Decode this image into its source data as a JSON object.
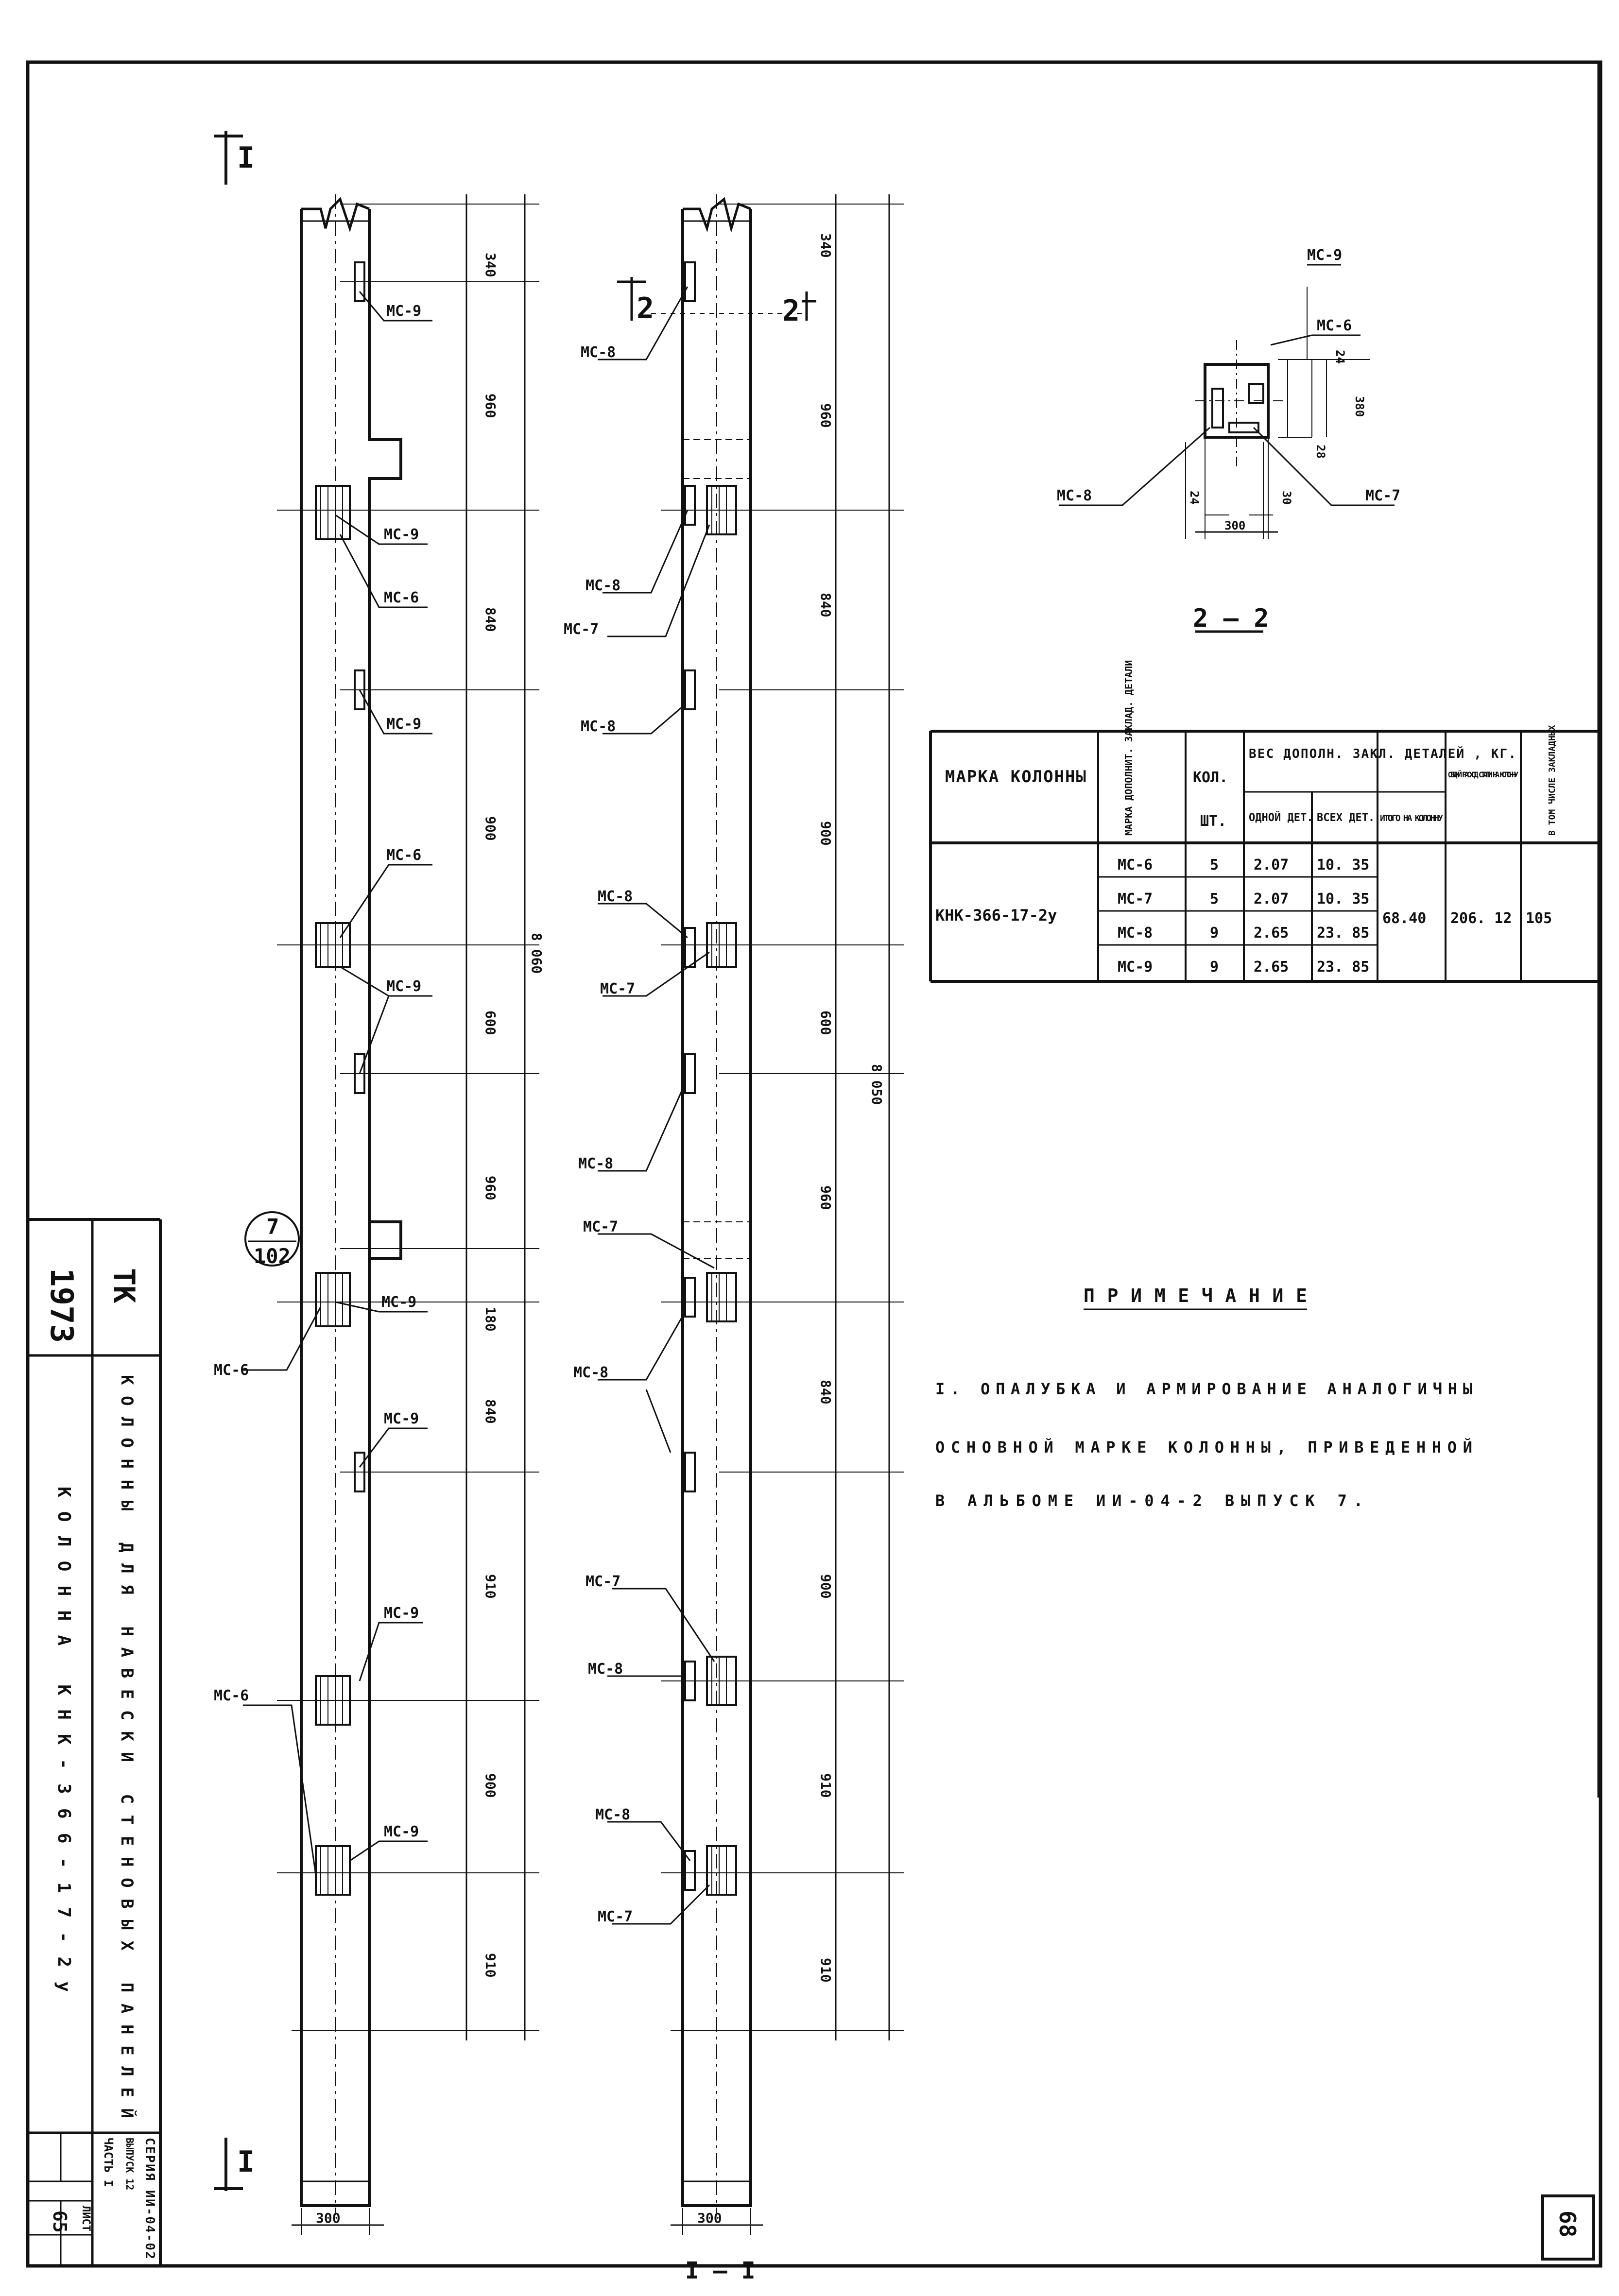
{
  "view_marks": {
    "section_1": "I",
    "section_2": "2"
  },
  "section_titles": {
    "section_1_1": "I — I",
    "section_2_2": "2 — 2"
  },
  "callout": {
    "top": "7",
    "bottom": "102"
  },
  "left_column": {
    "dims": [
      "340",
      "960",
      "840",
      "900",
      "600",
      "960",
      "180",
      "840",
      "910",
      "900",
      "910"
    ],
    "total": "8 060",
    "width": "300",
    "labels": [
      "МС-9",
      "МС-9",
      "МС-6",
      "МС-9",
      "МС-6",
      "МС-9",
      "МС-9",
      "МС-6",
      "МС-9",
      "МС-9",
      "МС-6",
      "МС-9"
    ]
  },
  "right_column": {
    "dims": [
      "340",
      "960",
      "840",
      "900",
      "600",
      "960",
      "840",
      "900",
      "910",
      "910"
    ],
    "total": "8 050",
    "width": "300",
    "labels": [
      "МС-8",
      "МС-8",
      "МС-7",
      "МС-8",
      "МС-8",
      "МС-7",
      "МС-8",
      "МС-7",
      "МС-8",
      "МС-7",
      "МС-8",
      "МС-8",
      "МС-7"
    ]
  },
  "section_2_2": {
    "labels": [
      "МС-9",
      "МС-6",
      "МС-8",
      "МС-7"
    ],
    "dims": [
      "24",
      "380",
      "28",
      "24",
      "30",
      "300"
    ]
  },
  "table": {
    "headers": {
      "mark": "МАРКА КОЛОННЫ",
      "part_mark": "МАРКА ДОПОЛНИТ. ЗАКЛАД. ДЕТАЛИ",
      "qty": "КОЛ.",
      "qty_unit": "ШТ.",
      "weight_group": "ВЕС ДОПОЛН. ЗАКЛ. ДЕТАЛЕЙ , КГ.",
      "one": "ОДНОЙ ДЕТ.",
      "all": "ВСЕХ ДЕТ.",
      "total": "ИТОГО НА КОЛОННУ",
      "steel": "ОБЩИЙ РАСХОД СТАЛИ НА КОЛОННУ",
      "extra": "В ТОМ ЧИСЛЕ ЗАКЛАДНЫХ"
    },
    "column_mark": "КНК-366-17-2у",
    "rows": [
      {
        "part": "МС-6",
        "qty": "5",
        "one": "2.07",
        "all": "10. 35"
      },
      {
        "part": "МС-7",
        "qty": "5",
        "one": "2.07",
        "all": "10. 35"
      },
      {
        "part": "МС-8",
        "qty": "9",
        "one": "2.65",
        "all": "23. 85"
      },
      {
        "part": "МС-9",
        "qty": "9",
        "one": "2.65",
        "all": "23. 85"
      }
    ],
    "total": "68.40",
    "steel": "206. 12",
    "extra": "105"
  },
  "note": {
    "title": "ПРИМЕЧАНИЕ",
    "lines": [
      "I. ОПАЛУБКА И АРМИРОВАНИЕ АНАЛОГИЧНЫ",
      "ОСНОВНОЙ МАРКЕ КОЛОННЫ, ПРИВЕДЕННОЙ",
      "В АЛЬБОМЕ ИИ-04-2 ВЫПУСК 7."
    ]
  },
  "title_block": {
    "year": "1973",
    "org": "ТК",
    "line1": "КОЛОННЫ ДЛЯ НАВЕСКИ СТЕНОВЫХ ПАНЕЛЕЙ",
    "line2": "КОЛОННА КНК-366-17-2у",
    "series": "СЕРИЯ ИИ-04-02",
    "issue": "ВЫПУСК 12",
    "part": "ЧАСТЬ I",
    "sheet_label": "ЛИСТ",
    "sheet": "65"
  },
  "page_number": "68"
}
